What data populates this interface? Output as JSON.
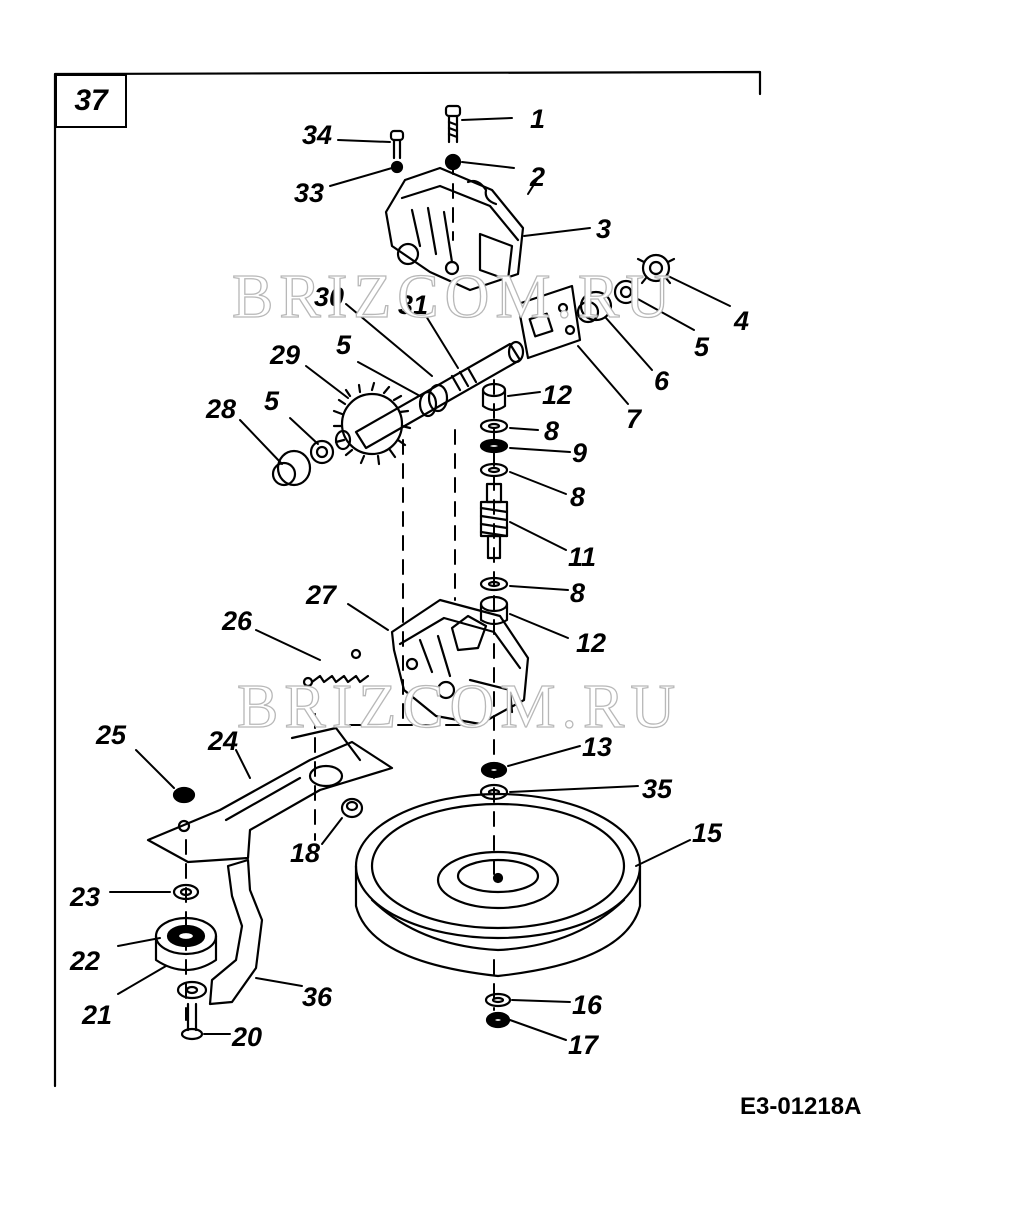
{
  "figure_number": "37",
  "diagram_code": "E3-01218A",
  "watermark": "BRIZCOM.RU",
  "callouts": [
    {
      "id": "1",
      "label": "1"
    },
    {
      "id": "2",
      "label": "2"
    },
    {
      "id": "3",
      "label": "3"
    },
    {
      "id": "4",
      "label": "4"
    },
    {
      "id": "5a",
      "label": "5"
    },
    {
      "id": "6",
      "label": "6"
    },
    {
      "id": "7",
      "label": "7"
    },
    {
      "id": "12a",
      "label": "12"
    },
    {
      "id": "8a",
      "label": "8"
    },
    {
      "id": "9",
      "label": "9"
    },
    {
      "id": "8b",
      "label": "8"
    },
    {
      "id": "11",
      "label": "11"
    },
    {
      "id": "8c",
      "label": "8"
    },
    {
      "id": "12b",
      "label": "12"
    },
    {
      "id": "13",
      "label": "13"
    },
    {
      "id": "35",
      "label": "35"
    },
    {
      "id": "15",
      "label": "15"
    },
    {
      "id": "16",
      "label": "16"
    },
    {
      "id": "17",
      "label": "17"
    },
    {
      "id": "34",
      "label": "34"
    },
    {
      "id": "33",
      "label": "33"
    },
    {
      "id": "30",
      "label": "30"
    },
    {
      "id": "31",
      "label": "31"
    },
    {
      "id": "29",
      "label": "29"
    },
    {
      "id": "5b",
      "label": "5"
    },
    {
      "id": "28",
      "label": "28"
    },
    {
      "id": "5c",
      "label": "5"
    },
    {
      "id": "27",
      "label": "27"
    },
    {
      "id": "26",
      "label": "26"
    },
    {
      "id": "25",
      "label": "25"
    },
    {
      "id": "24",
      "label": "24"
    },
    {
      "id": "18",
      "label": "18"
    },
    {
      "id": "23",
      "label": "23"
    },
    {
      "id": "22",
      "label": "22"
    },
    {
      "id": "21",
      "label": "21"
    },
    {
      "id": "36",
      "label": "36"
    },
    {
      "id": "20",
      "label": "20"
    }
  ]
}
